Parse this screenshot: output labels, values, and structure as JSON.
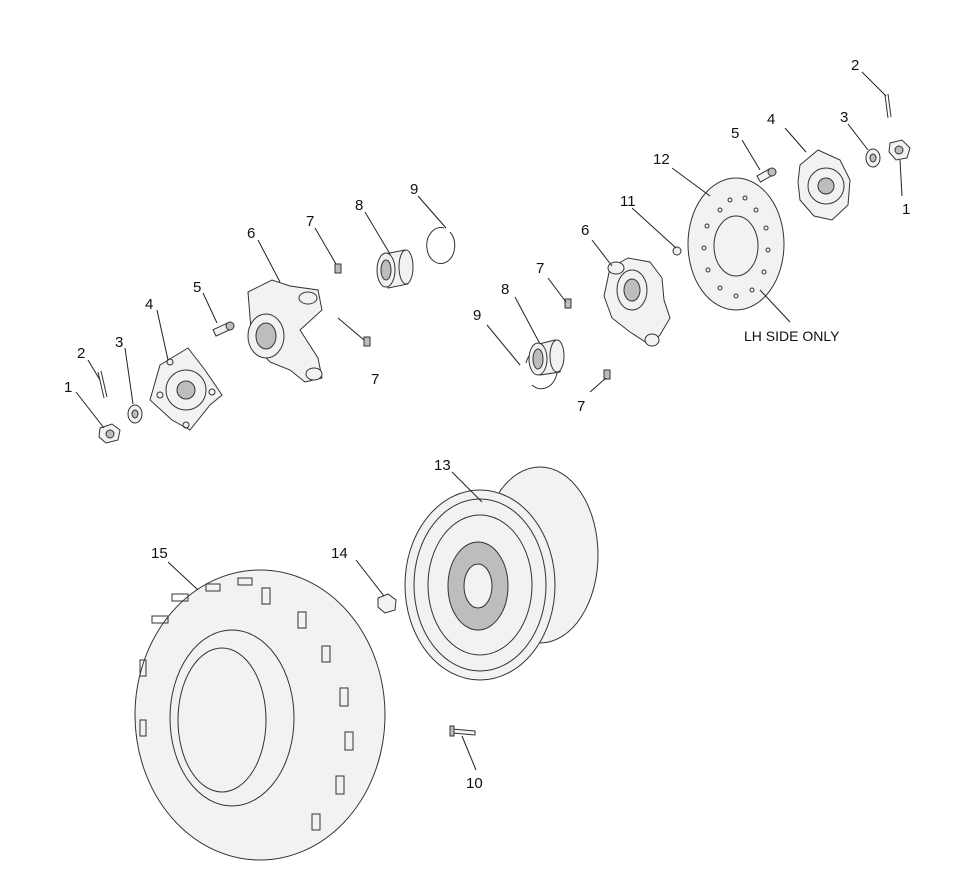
{
  "callouts": {
    "c1a": "1",
    "c2a": "2",
    "c3a": "3",
    "c4a": "4",
    "c5a": "5",
    "c6a": "6",
    "c7a": "7",
    "c7b": "7",
    "c8a": "8",
    "c9a": "9",
    "c1b": "1",
    "c2b": "2",
    "c3b": "3",
    "c4b": "4",
    "c5b": "5",
    "c6b": "6",
    "c7c": "7",
    "c7d": "7",
    "c8b": "8",
    "c9b": "9",
    "c10": "10",
    "c11": "11",
    "c12": "12",
    "c13": "13",
    "c14": "14",
    "c15": "15"
  },
  "notes": {
    "lh_side_only": "LH SIDE ONLY"
  }
}
